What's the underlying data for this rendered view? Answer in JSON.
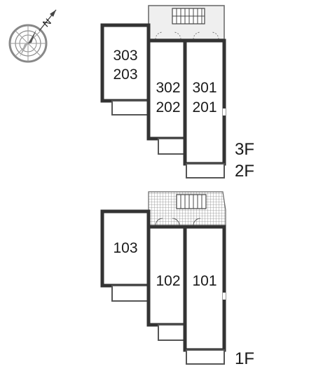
{
  "compass": {
    "north_label": "N"
  },
  "upper_floor": {
    "floor_labels": [
      "3F",
      "2F"
    ],
    "units": [
      {
        "id": "u303",
        "lines": [
          "303",
          "203"
        ]
      },
      {
        "id": "u302",
        "lines": [
          "302",
          "202"
        ]
      },
      {
        "id": "u301",
        "lines": [
          "301",
          "201"
        ]
      }
    ]
  },
  "ground_floor": {
    "floor_labels": [
      "1F"
    ],
    "units": [
      {
        "id": "u103",
        "lines": [
          "103"
        ]
      },
      {
        "id": "u102",
        "lines": [
          "102"
        ]
      },
      {
        "id": "u101",
        "lines": [
          "101"
        ]
      }
    ]
  },
  "colors": {
    "wall": "#333333",
    "wall_thin": "#555555",
    "hatch": "#9a9a9a",
    "corridor": "#eeeeee"
  }
}
